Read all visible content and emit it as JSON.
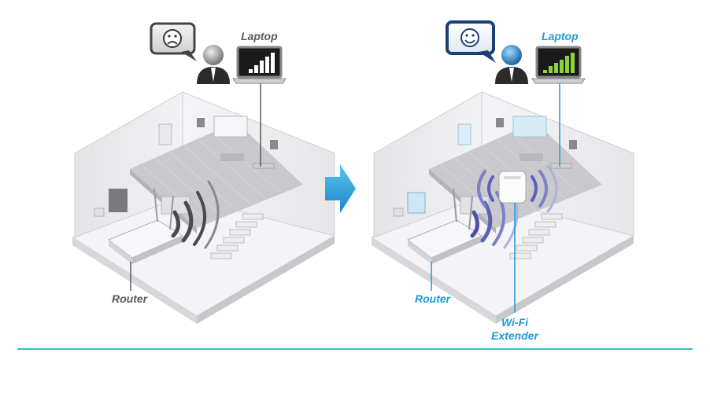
{
  "before": {
    "laptop_label": "Laptop",
    "router_label": "Router",
    "face": "sad-face-icon",
    "signal_bars": 5
  },
  "after": {
    "laptop_label": "Laptop",
    "router_label": "Router",
    "extender_label_line1": "Wi-Fi",
    "extender_label_line2": "Extender",
    "face": "happy-face-icon",
    "signal_bars": 6
  },
  "colors": {
    "label_before": "#5a5a5a",
    "label_after": "#1f9ad6",
    "arrow": "#2aa3de",
    "divider": "#35bfc0",
    "signal_before": "#ffffff",
    "signal_after": "#8ed23a"
  },
  "arrow_icon": "right-arrow-icon"
}
